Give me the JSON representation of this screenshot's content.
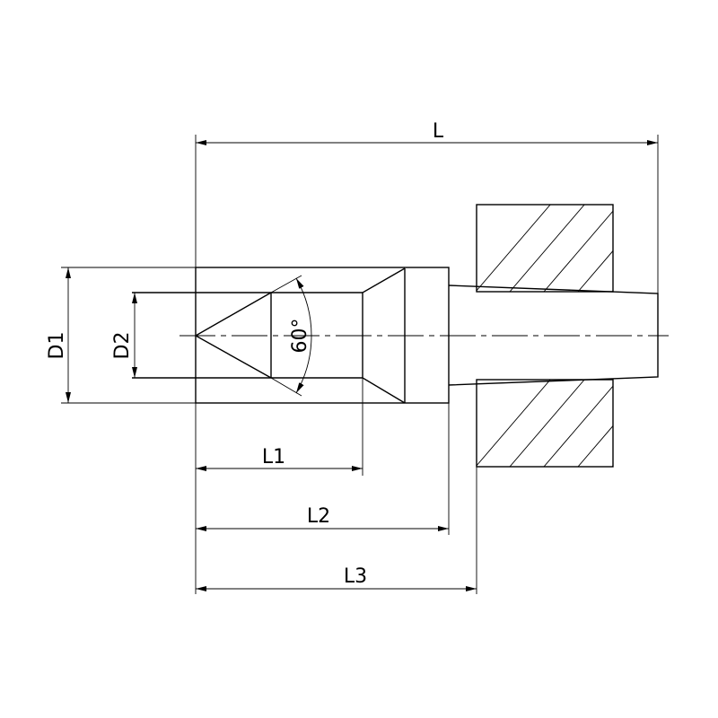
{
  "labels": {
    "L": "L",
    "L1": "L1",
    "L2": "L2",
    "L3": "L3",
    "D1": "D1",
    "D2": "D2",
    "angle": "60°"
  },
  "colors": {
    "line": "#000000",
    "background": "#ffffff"
  }
}
